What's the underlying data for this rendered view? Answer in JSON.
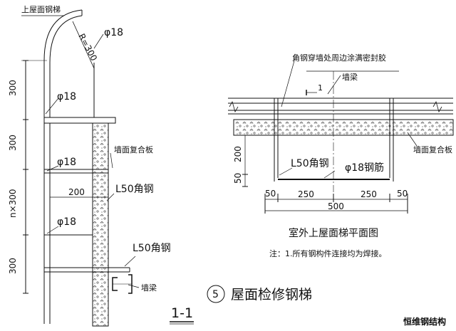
{
  "section_view": {
    "labels": {
      "top_ladder": "上屋面钢梯",
      "radius": "R=300",
      "rod_top": "φ18",
      "wall_panel": "墙面复合板",
      "rod_mid": "φ18",
      "angle_mid": "L50角钢",
      "rod_low": "φ18",
      "angle_low": "L50角钢",
      "wall_beam": "墙梁"
    },
    "dimensions": {
      "step1": "300",
      "step2": "300",
      "step_n": "n×300",
      "step_bottom": "300",
      "horizontal": "200"
    },
    "section_mark": "1-1"
  },
  "plan_view": {
    "labels": {
      "sealant_note": "角钢穿墙处周边涂满密封胶",
      "wall_beam": "墙梁",
      "wall_panel": "墙面复合板",
      "angle": "L50角钢",
      "rebar": "φ18钢筋",
      "cut_mark": "1"
    },
    "dimensions": {
      "d200": "200",
      "d50_vertical": "50",
      "d50_left": "50",
      "d250_left": "250",
      "d250_right": "250",
      "d50_right": "50",
      "d500": "500"
    },
    "title": "室外上屋面梯平面图",
    "note": "注：1.所有钢构件连接均为焊接。"
  },
  "main_title": {
    "number": "5",
    "text": "屋面检修钢梯"
  },
  "watermark": "恒维钢结构"
}
